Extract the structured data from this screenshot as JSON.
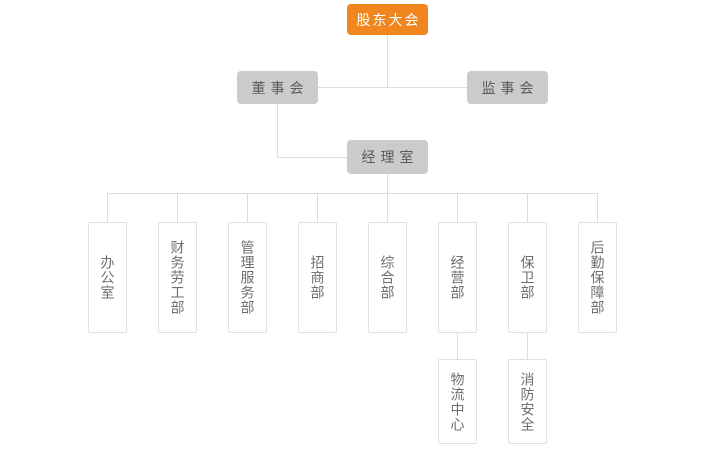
{
  "palette": {
    "root_bg": "#F0861D",
    "root_text": "#FFFFFF",
    "board_bg": "#CBCBCB",
    "board_text": "#5A5A5A",
    "dept_bg": "#FFFFFF",
    "dept_border": "#E0E0E0",
    "dept_text": "#6E6E6E",
    "connector_line": "#DDDDDD",
    "background": "#FFFFFF"
  },
  "chart": {
    "type": "org-chart",
    "root": {
      "label": "股东大会"
    },
    "boards": [
      {
        "label": "董事会"
      },
      {
        "label": "监事会"
      }
    ],
    "office": {
      "label": "经理室"
    },
    "departments": [
      {
        "label": "办公室"
      },
      {
        "label": "财务劳工部"
      },
      {
        "label": "管理服务部"
      },
      {
        "label": "招商部"
      },
      {
        "label": "综合部"
      },
      {
        "label": "经营部"
      },
      {
        "label": "保卫部"
      },
      {
        "label": "后勤保障部"
      }
    ],
    "sub_departments": [
      {
        "label": "物流中心",
        "parent": "经营部"
      },
      {
        "label": "消防安全",
        "parent": "保卫部"
      }
    ]
  }
}
